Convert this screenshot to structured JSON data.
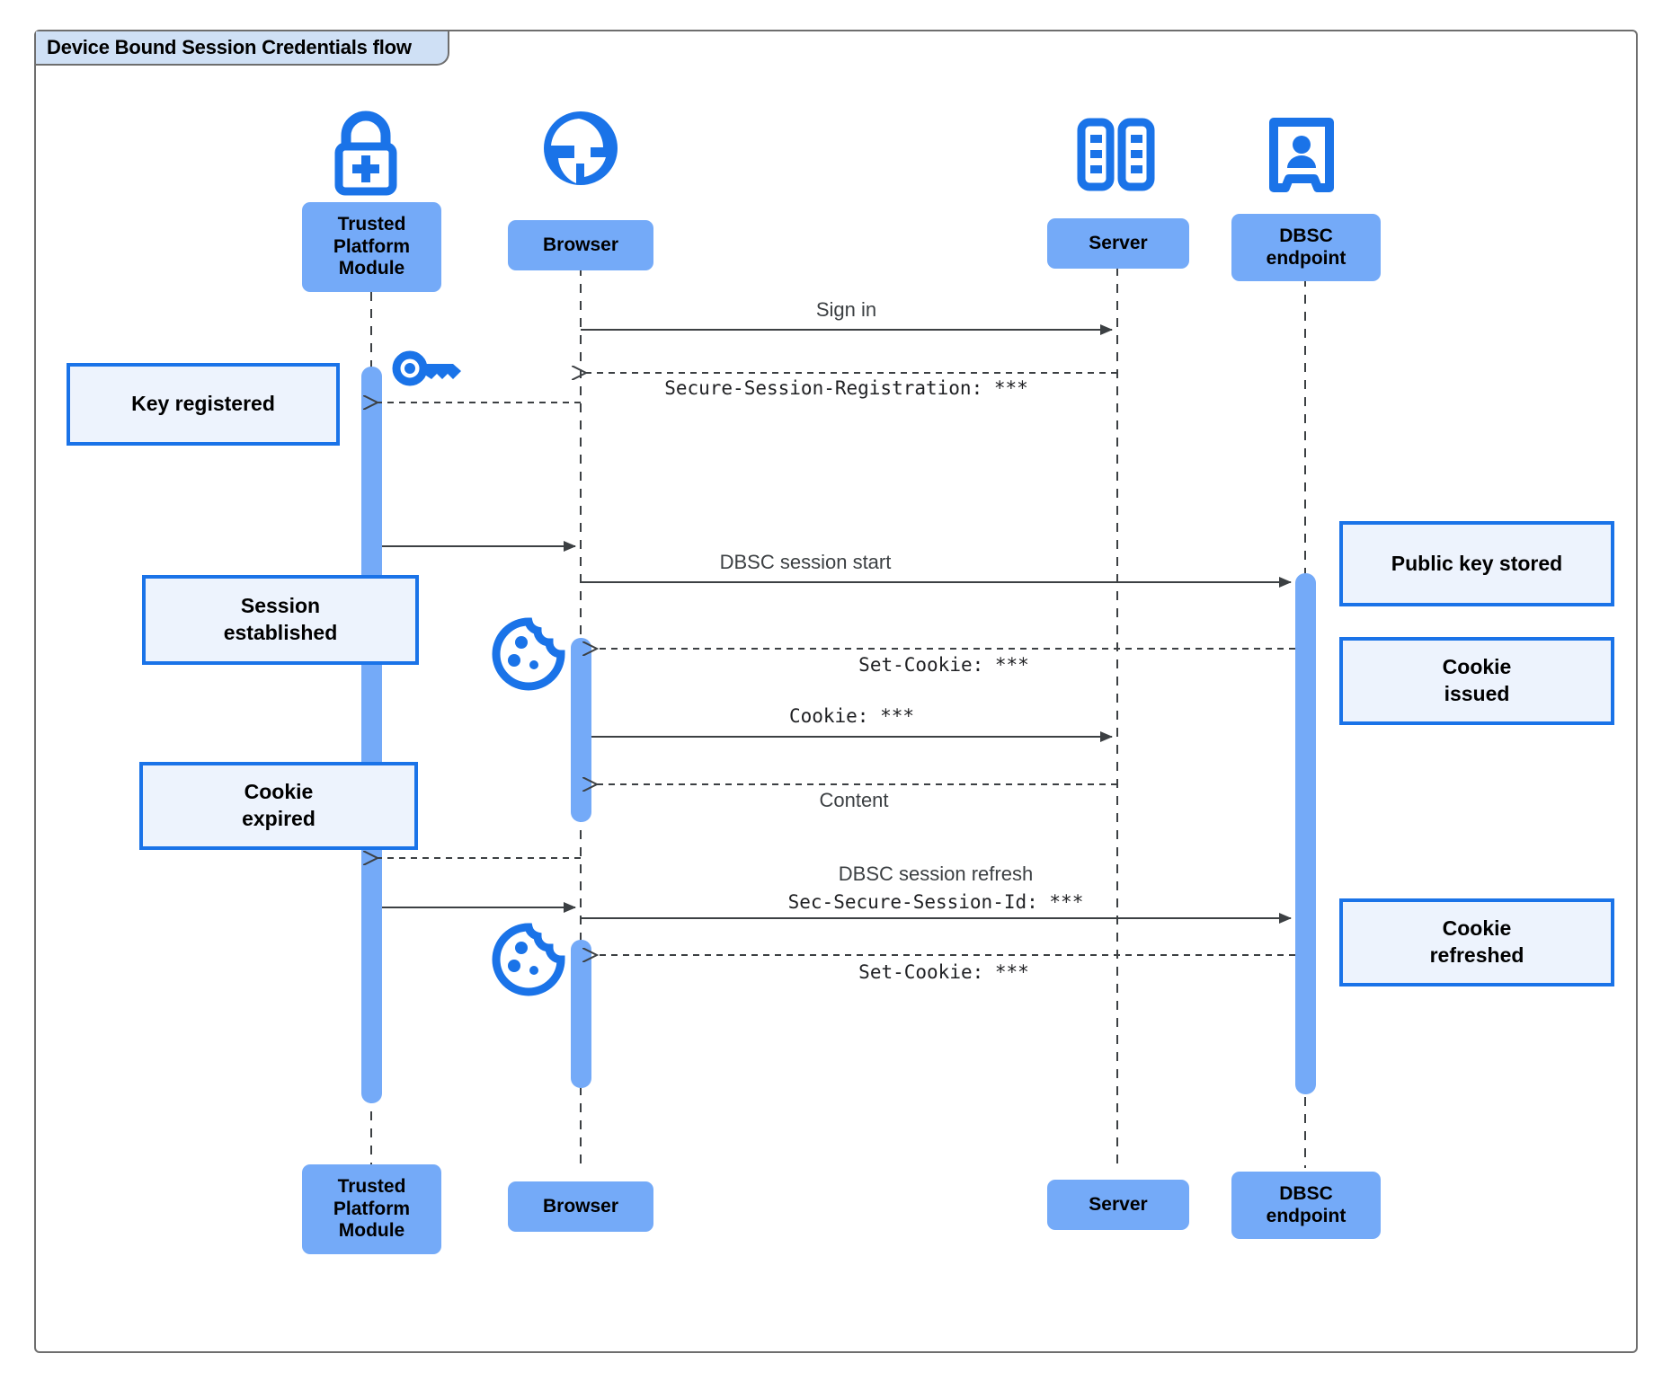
{
  "frame": {
    "title": "Device Bound Session Credentials flow"
  },
  "colors": {
    "participant_fill": "#74aaf8",
    "note_fill": "#edf3fd",
    "note_border": "#1a73e8",
    "icon_blue": "#1a73e8",
    "activation_fill": "#74aaf8",
    "frame_border": "#6e6e6e",
    "title_fill": "#cfe0f5",
    "line": "#3c4043"
  },
  "participants": [
    {
      "id": "tpm",
      "label": "Trusted\nPlatform\nModule",
      "icon": "lock-plus-icon"
    },
    {
      "id": "browser",
      "label": "Browser",
      "icon": "globe-icon"
    },
    {
      "id": "server",
      "label": "Server",
      "icon": "server-rack-icon"
    },
    {
      "id": "dbsc",
      "label": "DBSC\nendpoint",
      "icon": "id-badge-icon"
    }
  ],
  "messages": [
    {
      "id": "m1",
      "label": "Sign in",
      "style": "sans",
      "kind": "call"
    },
    {
      "id": "m2",
      "label": "Secure-Session-Registration: ***",
      "style": "mono",
      "kind": "return"
    },
    {
      "id": "m3",
      "label": "DBSC session start",
      "style": "sans",
      "kind": "call"
    },
    {
      "id": "m4",
      "label": "Set-Cookie: ***",
      "style": "mono",
      "kind": "return"
    },
    {
      "id": "m5",
      "label": "Cookie: ***",
      "style": "mono",
      "kind": "call"
    },
    {
      "id": "m6",
      "label": "Content",
      "style": "sans",
      "kind": "return"
    },
    {
      "id": "m7a",
      "label": "DBSC session refresh",
      "style": "sans",
      "kind": "call"
    },
    {
      "id": "m7b",
      "label": "Sec-Secure-Session-Id: ***",
      "style": "mono",
      "kind": "call"
    },
    {
      "id": "m8",
      "label": "Set-Cookie: ***",
      "style": "mono",
      "kind": "return"
    }
  ],
  "notes": {
    "left": [
      {
        "id": "key-registered",
        "label": "Key registered"
      },
      {
        "id": "session-established",
        "label": "Session\nestablished"
      },
      {
        "id": "cookie-expired",
        "label": "Cookie\nexpired"
      }
    ],
    "right": [
      {
        "id": "public-key-stored",
        "label": "Public key stored"
      },
      {
        "id": "cookie-issued",
        "label": "Cookie\nissued"
      },
      {
        "id": "cookie-refreshed",
        "label": "Cookie\nrefreshed"
      }
    ]
  },
  "inline_icons": [
    {
      "id": "key-icon",
      "name": "key-icon"
    },
    {
      "id": "cookie-icon-1",
      "name": "cookie-icon"
    },
    {
      "id": "cookie-icon-2",
      "name": "cookie-icon"
    }
  ]
}
